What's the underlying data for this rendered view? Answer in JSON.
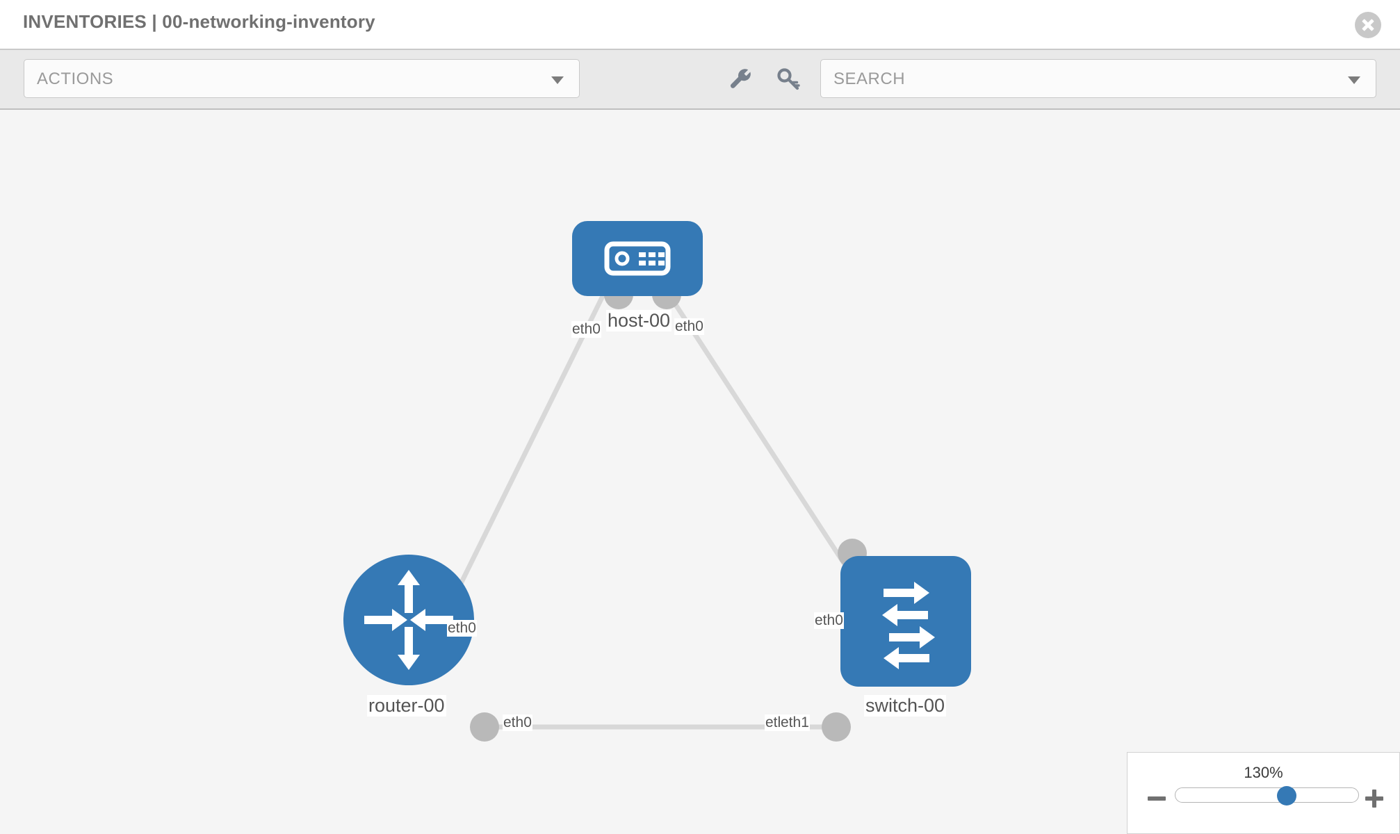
{
  "header": {
    "title": "INVENTORIES | 00-networking-inventory",
    "close_icon": "close-circle-icon"
  },
  "toolbar": {
    "actions_label": "ACTIONS",
    "actions_caret_icon": "chevron-down-icon",
    "wrench_icon": "wrench-icon",
    "key_icon": "key-icon",
    "search_placeholder": "SEARCH",
    "search_value": "",
    "search_caret_icon": "chevron-down-icon"
  },
  "topology": {
    "accent_color": "#3579b5",
    "port_color": "#b9b9b9",
    "link_color": "#d8d8d8",
    "canvas_background": "#f5f5f5",
    "nodes": [
      {
        "id": "host-00",
        "label": "host-00",
        "type": "host",
        "icon": "server-icon"
      },
      {
        "id": "router-00",
        "label": "router-00",
        "type": "router",
        "icon": "router-arrows-icon"
      },
      {
        "id": "switch-00",
        "label": "switch-00",
        "type": "switch",
        "icon": "switch-arrows-icon"
      }
    ],
    "links": [
      {
        "from": "host-00",
        "from_port": "eth0",
        "to": "router-00",
        "to_port": "eth0"
      },
      {
        "from": "host-00",
        "from_port": "eth0",
        "to": "switch-00",
        "to_port": "eth0"
      },
      {
        "from": "router-00",
        "from_port": "eth0",
        "to": "switch-00",
        "to_port": "eth1"
      }
    ],
    "port_labels": {
      "host_left": "eth0",
      "host_right": "eth0",
      "router_up": "eth0",
      "switch_up": "eth0",
      "router_right": "eth0",
      "switch_left_under": "eth0",
      "switch_left": "eth1"
    }
  },
  "zoom": {
    "value_label": "130%",
    "minus_icon": "minus-icon",
    "plus_icon": "plus-icon",
    "thumb_position_percent": 62
  }
}
